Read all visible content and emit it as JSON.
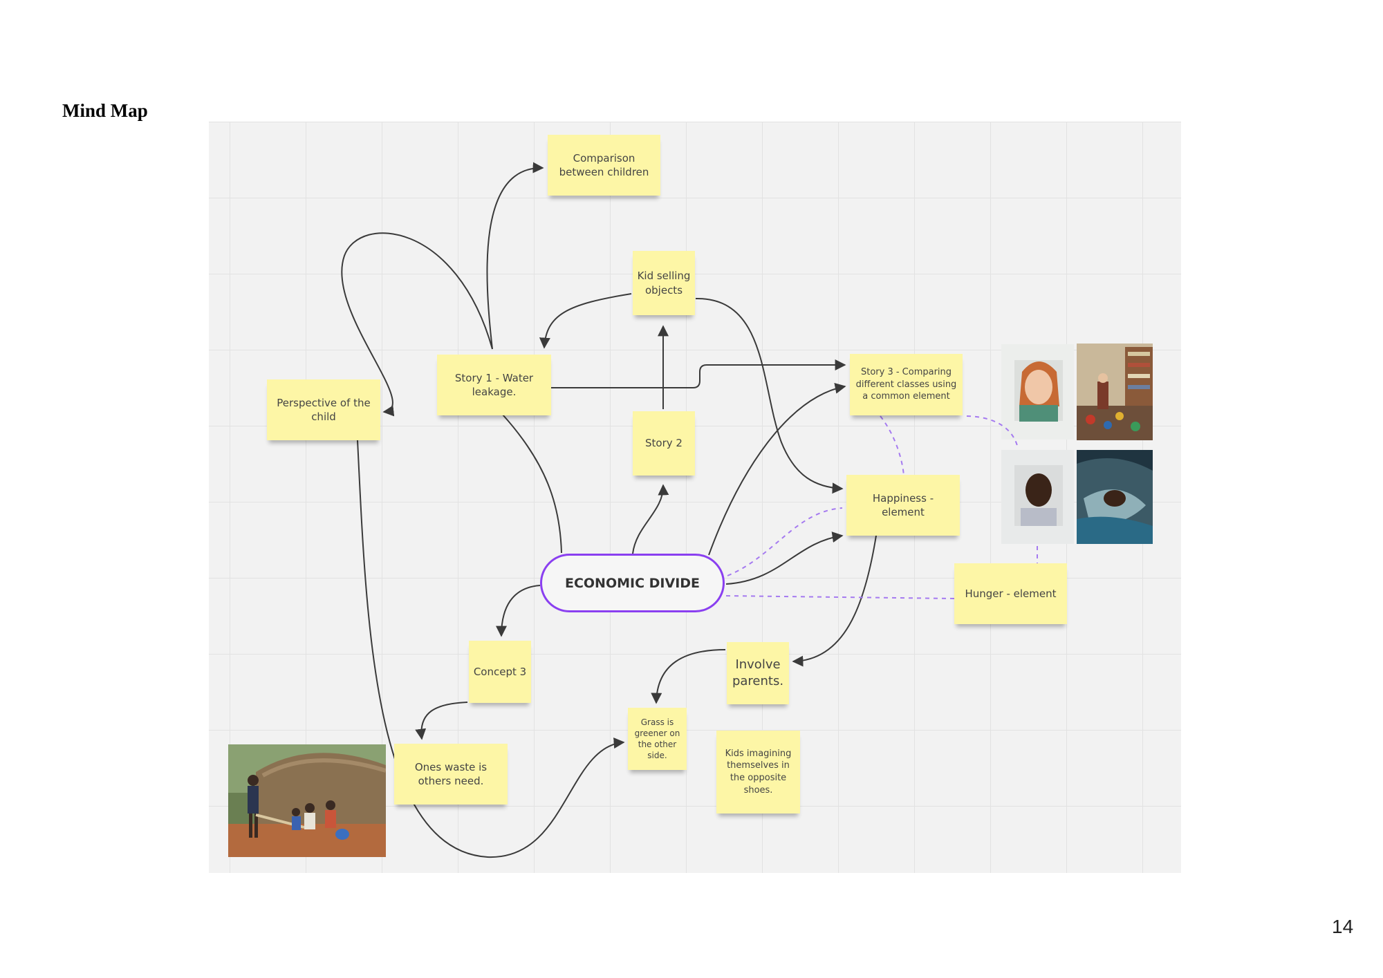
{
  "page": {
    "title": "Mind Map",
    "page_number": "14"
  },
  "hub": {
    "label": "ECONOMIC DIVIDE"
  },
  "notes": {
    "comparison": "Comparison between children",
    "kid_selling": "Kid selling objects",
    "story1": "Story 1 - Water leakage.",
    "perspective": "Perspective of the child",
    "story2": "Story 2",
    "story3": "Story 3 - Comparing different classes using a common element",
    "happiness": "Happiness - element",
    "hunger": "Hunger - element",
    "concept3": "Concept 3",
    "involve": "Involve parents.",
    "grass": "Grass is greener on the other side.",
    "ones_waste": "Ones waste is others need.",
    "kids_imagining": "Kids imagining themselves in the opposite shoes."
  },
  "colors": {
    "note": "#fdf6a6",
    "hub_border": "#8a3ff0",
    "connector": "#3a3a3a",
    "dashed_connector": "#a57af0",
    "board": "#f2f2f2"
  }
}
